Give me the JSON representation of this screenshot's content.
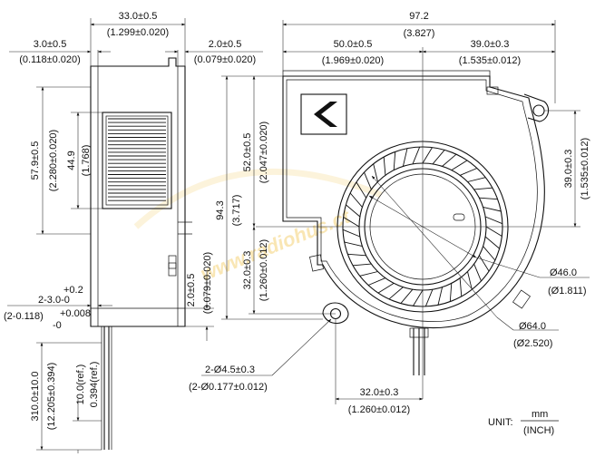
{
  "side_view": {
    "width": "33.0±0.5",
    "width_inch": "(1.299±0.020)",
    "left_offset": "3.0±0.5",
    "left_offset_inch": "(0.118±0.020)",
    "right_offset": "2.0±0.5",
    "right_offset_inch": "(0.079±0.020)",
    "height": "57.9±0.5",
    "height_inch": "(2.280±0.020)",
    "outlet_height": "44.9",
    "outlet_height_inch": "(1.768)",
    "bottom_step": "2.0±0.5",
    "bottom_step_inch": "(0.079±0.020)",
    "hole_tol_plus": "+0.2",
    "hole_label": "2-3.0-0",
    "hole_label_inch": "(2-0.118)",
    "hole_tol_plus_inch": "+0.008",
    "hole_tol_minus_inch": "-0",
    "lead_length": "310.0±10.0",
    "lead_length_inch": "(12.205±0.394)",
    "strip_length": "10.0(ref.)",
    "strip_length_inch": "0.394(ref.)"
  },
  "front_view": {
    "total_width": "97.2",
    "total_width_inch": "(3.827)",
    "outlet_width": "50.0±0.5",
    "outlet_width_inch": "(1.969±0.020)",
    "right_offset": "39.0±0.3",
    "right_offset_inch": "(1.535±0.012)",
    "height": "94.3",
    "height_inch": "(3.717)",
    "top_to_center": "52.0±0.5",
    "top_to_center_inch": "(2.047±0.020)",
    "center_to_hole": "32.0±0.3",
    "center_to_hole_inch": "(1.260±0.012)",
    "right_vertical": "39.0±0.3",
    "right_vertical_inch": "(1.535±0.012)",
    "inlet_dia": "Ø46.0",
    "inlet_dia_inch": "(Ø1.811)",
    "impeller_dia": "Ø64.0",
    "impeller_dia_inch": "(Ø2.520)",
    "mount_holes": "2-Ø4.5±0.3",
    "mount_holes_inch": "(2-Ø0.177±0.012)",
    "hole_spacing": "32.0±0.3",
    "hole_spacing_inch": "(1.260±0.012)"
  },
  "units": {
    "label": "UNIT:",
    "metric": "mm",
    "imperial": "(INCH)"
  },
  "watermark": "www.radiohus.ct",
  "icons": [
    "chevron-logo-icon"
  ]
}
